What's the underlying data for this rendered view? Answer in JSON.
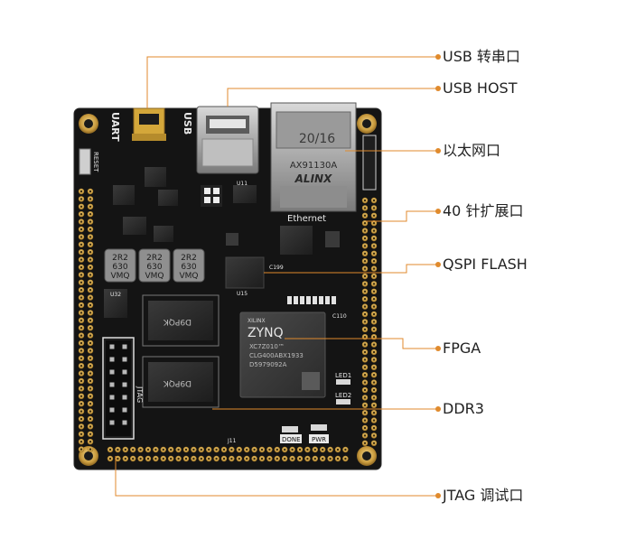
{
  "callouts": {
    "usb_serial": "USB 转串口",
    "usb_host": "USB HOST",
    "ethernet_port": "以太网口",
    "expansion": "40 针扩展口",
    "qspi_flash": "QSPI FLASH",
    "fpga": "FPGA",
    "ddr3": "DDR3",
    "jtag": "JTAG 调试口"
  },
  "silkscreen": {
    "uart": "UART",
    "usb": "USB",
    "reset": "RESET",
    "ethernet": "Ethernet",
    "led1": "LED1",
    "led2": "LED2",
    "done": "DONE",
    "pwr": "PWR",
    "jtag": "JTAG",
    "j11": "J11",
    "u15": "U15",
    "u32": "U32",
    "u11": "U11",
    "c110": "C110",
    "c199": "C199"
  },
  "components": {
    "rj45_model": "20/16",
    "rj45_part": "AX91130A",
    "rj45_brand": "ALINX",
    "inductor_code": [
      "2R2",
      "630",
      "VMQ"
    ],
    "fpga_brand": "XILINX",
    "fpga_logo": "ZYNQ",
    "fpga_part": "XC7Z010™",
    "fpga_package": "CLG400ABX1933",
    "fpga_lot": "D5979092A",
    "ddr_marking": "D9PQK"
  },
  "colors": {
    "callout_line": "#e08a2c",
    "board": "#141414",
    "gold": "#c9a24a"
  }
}
